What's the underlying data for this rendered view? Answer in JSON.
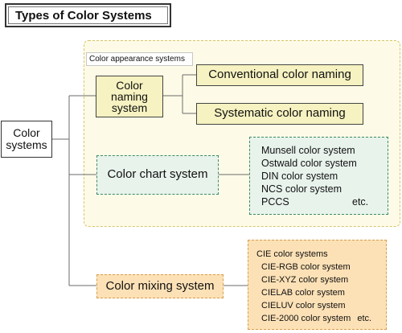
{
  "title": "Types of Color Systems",
  "root": "Color systems",
  "appearance_region_label": "Color appearance systems",
  "naming": {
    "label": "Color naming system",
    "children": [
      "Conventional color naming",
      "Systematic color naming"
    ]
  },
  "chart": {
    "label": "Color chart system",
    "systems": [
      "Munsell color system",
      "Ostwald color system",
      "DIN color system",
      "NCS color system",
      "PCCS"
    ],
    "etc": "etc."
  },
  "mixing": {
    "label": "Color mixing system",
    "heading": "CIE color systems",
    "systems": [
      "CIE-RGB color system",
      "CIE-XYZ color system",
      "CIELAB color system",
      "CIELUV color system",
      "CIE-2000 color system"
    ],
    "etc": "etc."
  },
  "colors": {
    "appearance_fill": "#fdfbe7",
    "appearance_border": "#d7c56a",
    "naming_fill": "#f6f2c1",
    "chart_fill": "#e8f3ec",
    "chart_border": "#3f8a63",
    "mixing_fill": "#fde1b6",
    "mixing_border": "#d49e4d",
    "connector": "#6b6b6b"
  }
}
